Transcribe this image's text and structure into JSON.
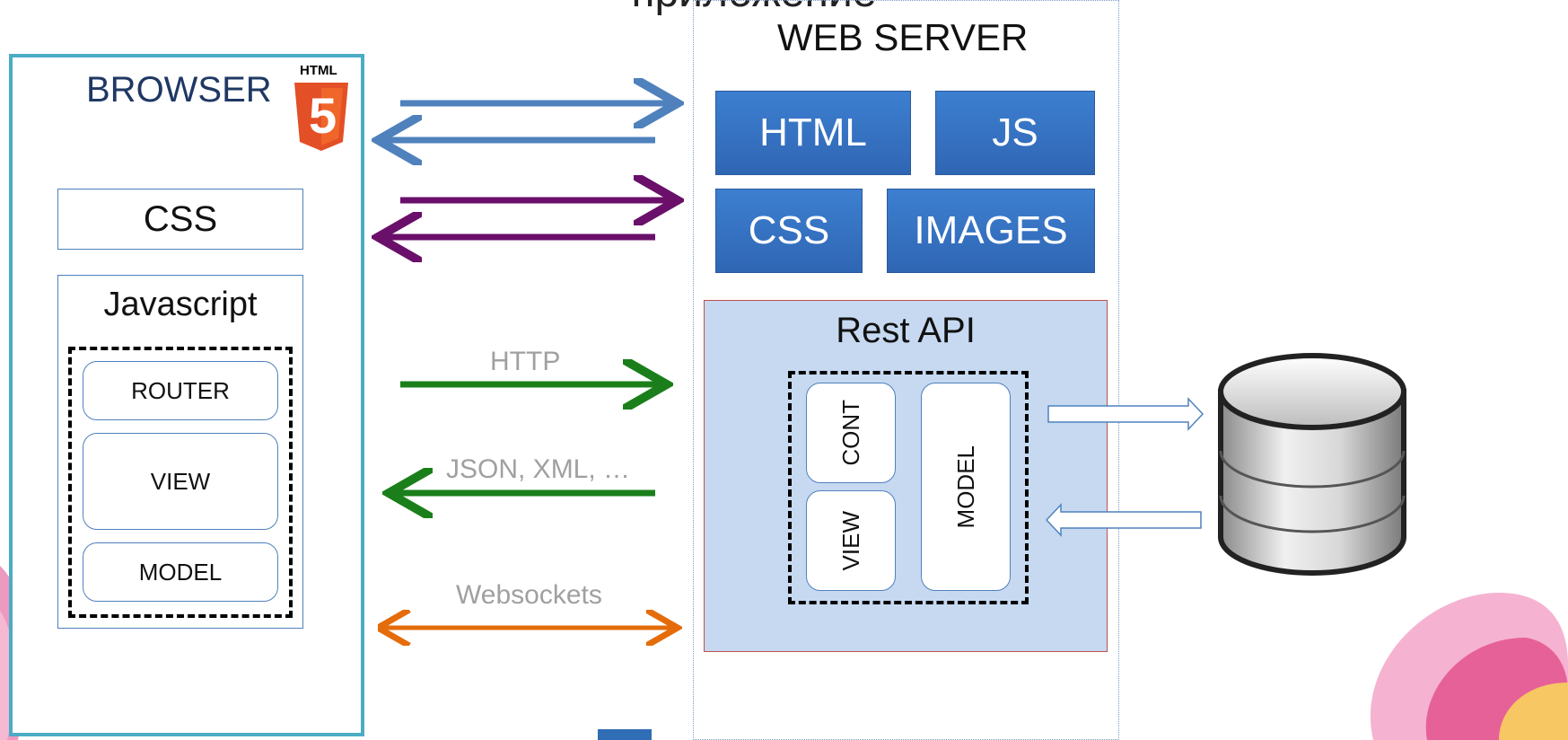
{
  "title_fragment": "приложение",
  "browser": {
    "label": "BROWSER",
    "html5_badge_text": "HTML",
    "html5_badge_digit": "5",
    "css_label": "CSS",
    "javascript_label": "Javascript",
    "router_label": "ROUTER",
    "view_label": "VIEW",
    "model_label": "MODEL"
  },
  "web_server": {
    "label": "WEB SERVER",
    "tiles": [
      "HTML",
      "JS",
      "CSS",
      "IMAGES"
    ],
    "rest_api": {
      "label": "Rest API",
      "cont_label": "CONT",
      "view_label": "VIEW",
      "model_label": "MODEL"
    }
  },
  "connections": {
    "http_label": "HTTP",
    "json_label": "JSON, XML, …",
    "websockets_label": "Websockets"
  },
  "colors": {
    "browser_border": "#4bacc6",
    "static_arrow": "#4f81bd",
    "css_arrow": "#6a0f6a",
    "http_arrow": "#1a7f1a",
    "websocket_arrow": "#e46c0a",
    "tile_fill": "#3471c2",
    "rest_api_fill": "#c6d9f1"
  },
  "icons": {
    "html5": "html5-shield-icon",
    "database": "database-cylinder-icon"
  }
}
